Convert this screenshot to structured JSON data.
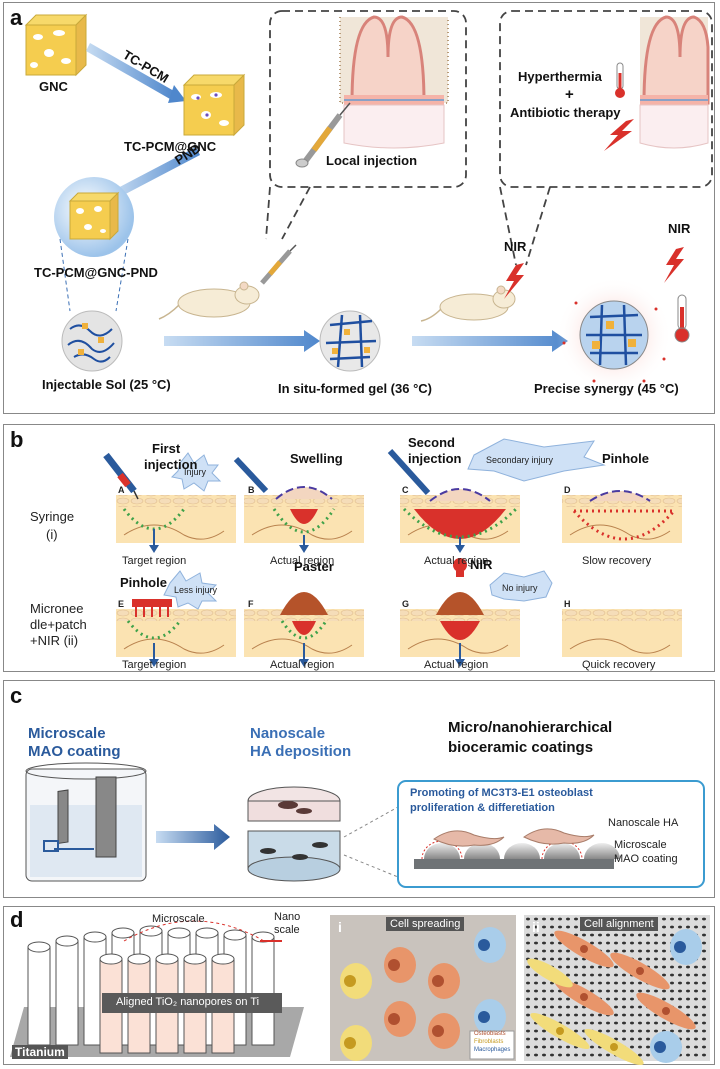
{
  "panel_a": {
    "label": "a",
    "gnc": "GNC",
    "tc_pcm": "TC-PCM",
    "tc_pcm_gnc": "TC-PCM@GNC",
    "pnd": "PND",
    "tc_pcm_gnc_pnd": "TC-PCM@GNC-PND",
    "local_injection": "Local injection",
    "hyperthermia": "Hyperthermia",
    "plus": "+",
    "antibiotic": "Antibiotic therapy",
    "nir_1": "NIR",
    "nir_2": "NIR",
    "sol": "Injectable Sol (25 °C)",
    "gel": "In situ-formed gel (36 °C)",
    "synergy": "Precise synergy (45 °C)"
  },
  "panel_b": {
    "label": "b",
    "syringe": "Syringe",
    "syringe_i": "(i)",
    "micro_1": "Micronee",
    "micro_2": "dle+patch",
    "micro_3": "+NIR (ii)",
    "first_injection_1": "First",
    "first_injection_2": "injection",
    "injury": "Injury",
    "swelling": "Swelling",
    "second_injection_1": "Second",
    "second_injection_2": "injection",
    "secondary_injury": "Secondary injury",
    "pinhole_top": "Pinhole",
    "pinhole_bottom": "Pinhole",
    "less_injury": "Less injury",
    "paster": "Paster",
    "nir": "NIR",
    "no_injury": "No injury",
    "letters": [
      "A",
      "B",
      "C",
      "D",
      "E",
      "F",
      "G",
      "H"
    ],
    "captions_top": [
      "Target region",
      "Actual region",
      "Actual region",
      "Slow recovery"
    ],
    "captions_bottom": [
      "Target region",
      "Actual region",
      "Actual region",
      "Quick recovery"
    ]
  },
  "panel_c": {
    "label": "c",
    "microscale_1": "Microscale",
    "microscale_2": "MAO coating",
    "nanoscale_1": "Nanoscale",
    "nanoscale_2": "HA deposition",
    "title_1": "Micro/nanohierarchical",
    "title_2": "bioceramic coatings",
    "box_1": "Promoting of MC3T3-E1 osteoblast",
    "box_2": "proliferation & differetiation",
    "nano_ha": "Nanoscale HA",
    "micro_mao_1": "Microscale",
    "micro_mao_2": "MAO coating"
  },
  "panel_d": {
    "label": "d",
    "microscale": "Microscale",
    "nano_1": "Nano",
    "nano_2": "scale",
    "nanopores": "Aligned TiO₂ nanopores on Ti",
    "titanium": "Titanium",
    "i": "i",
    "cell_spreading": "Cell spreading",
    "legend": [
      "Osteoblasts",
      "Fibroblasts",
      "Macrophages"
    ],
    "ii": "ii",
    "cell_alignment": "Cell alignment"
  },
  "colors": {
    "arrow_blue": "#5b8fd0",
    "cell_orange": "#e8956a",
    "cell_yellow": "#f2dc7a",
    "cell_blue": "#a9cdea",
    "nir_red": "#d9312b",
    "panel_c_blue": "#2a5a9c"
  }
}
